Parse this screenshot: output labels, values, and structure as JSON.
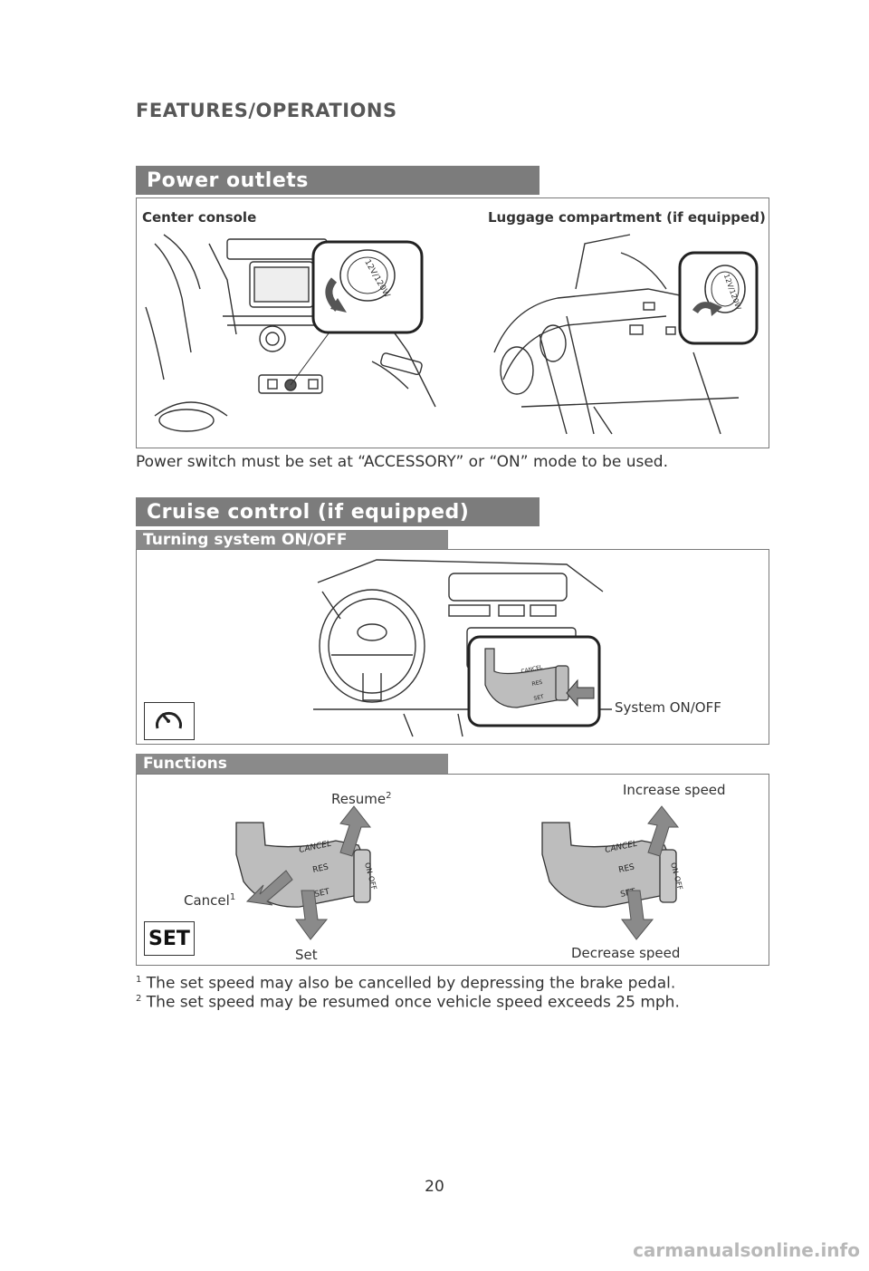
{
  "page": {
    "section_header": "FEATURES/OPERATIONS",
    "page_number": "20",
    "watermark": "carmanualsonline.info"
  },
  "power_outlets": {
    "title": "Power outlets",
    "left_caption": "Center console",
    "right_caption": "Luggage compartment (if equipped)",
    "note": "Power switch must be set at “ACCESSORY” or “ON” mode to be used.",
    "socket_label_1": "12V/120W",
    "socket_label_2": "12V/120W"
  },
  "cruise_control": {
    "title": "Cruise control (if equipped)",
    "turning": {
      "title": "Turning system ON/OFF",
      "callout": "System ON/OFF",
      "icon": "cruise-speedometer-icon"
    },
    "functions": {
      "title": "Functions",
      "resume": "Resume",
      "resume_sup": "2",
      "cancel": "Cancel",
      "cancel_sup": "1",
      "set": "Set",
      "increase": "Increase speed",
      "decrease": "Decrease speed",
      "set_indicator": "SET",
      "lever_cancel": "CANCEL",
      "lever_res": "RES",
      "lever_set": "SET",
      "lever_onoff": "ON-OFF"
    },
    "footnotes": [
      {
        "num": "1",
        "text": "The set speed may also be cancelled by depressing the brake pedal."
      },
      {
        "num": "2",
        "text": "The set speed may be resumed once vehicle speed exceeds 25 mph."
      }
    ]
  },
  "colors": {
    "tab_gray": "#7c7c7c",
    "subtab_gray": "#8a8a8a",
    "arrow_gray": "#8a8a8a",
    "text_dark": "#333333"
  }
}
